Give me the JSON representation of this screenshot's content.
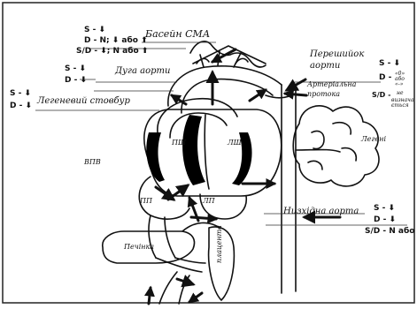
{
  "labels": {
    "basin_sma": "Басейн СМА",
    "isthmus_line1": "Перешийок",
    "isthmus_line2": "аорти",
    "arch": "Дуга аорти",
    "pulm_trunk": "Легеневий стовбур",
    "ductus_line1": "Артеріальна",
    "ductus_line2": "протока",
    "lungs": "Легені",
    "rv": "ПШ",
    "lv": "ЛШ",
    "ra": "ПП",
    "la": "ЛП",
    "ivc": "ВПВ",
    "desc_aorta": "Низхідна аорта",
    "liver": "Печінка",
    "placenta": "плацента"
  },
  "indices": {
    "sma": {
      "s": "S  - ⬇",
      "d": "D  - N; ⬇ або ⬆",
      "sd": "S/D - ⬇; N або ⬆"
    },
    "arch": {
      "s": "S - ⬇",
      "d": "D - ⬇"
    },
    "pulm": {
      "s": "S - ⬇",
      "d": "D - ⬇"
    },
    "isthmus": {
      "s": "S - ⬇",
      "d_prefix": "D -",
      "d_value": "«0» або «-»",
      "sd_prefix": "S/D -",
      "sd_line1": "не",
      "sd_line2": "визначається"
    },
    "desc_aorta": {
      "s": "S - ⬇",
      "d": "D - ⬇",
      "sd": "S/D - N або"
    }
  }
}
